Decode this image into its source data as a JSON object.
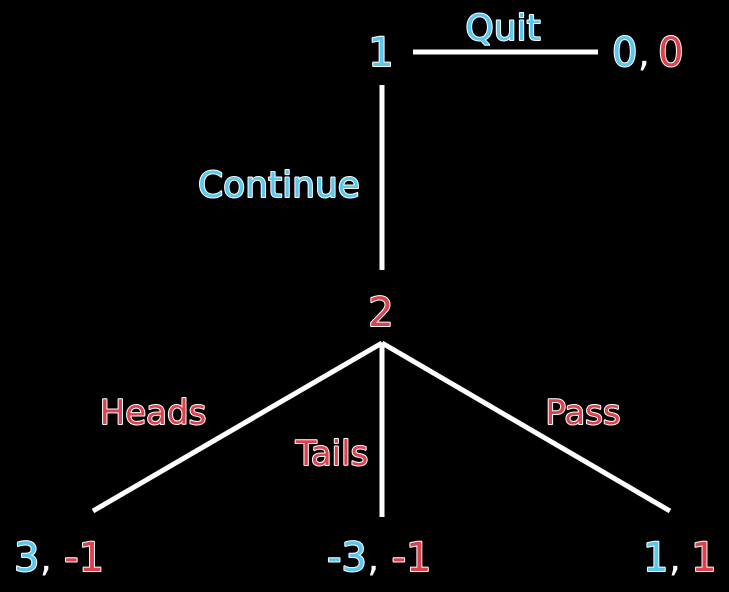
{
  "nodes": {
    "player1": "1",
    "player2": "2"
  },
  "actions": {
    "quit": "Quit",
    "continue": "Continue",
    "heads": "Heads",
    "tails": "Tails",
    "pass": "Pass"
  },
  "payoffs": {
    "quit": {
      "p1": "0",
      "p2": "0"
    },
    "heads": {
      "p1": "3",
      "p2": "-1"
    },
    "tails": {
      "p1": "-3",
      "p2": "-1"
    },
    "pass": {
      "p1": "1",
      "p2": "1"
    }
  },
  "separator": ",",
  "colors": {
    "background": "#000000",
    "edge": "#ffffff",
    "player1": "#5ac8ee",
    "player2": "#e0404c"
  }
}
